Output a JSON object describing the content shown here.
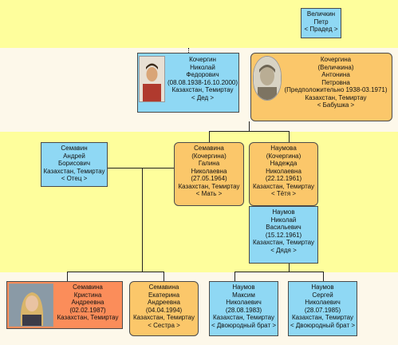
{
  "colors": {
    "band_yellow": "#fefe9c",
    "band_cream": "#fdf8ea",
    "male_card": "#8fd8f4",
    "female_card": "#fbc76a",
    "self_card": "#fb8d5a"
  },
  "cards": {
    "velichkin": {
      "lines": [
        "Величкин",
        "Петр",
        "< Прадед >"
      ]
    },
    "kochergin": {
      "lines": [
        "Кочергин",
        "Николай",
        "Федорович",
        "(08.08.1938-16.10.2000)",
        "Казахстан, Темиртау",
        "< Дед >"
      ]
    },
    "kochergina": {
      "lines": [
        "Кочергина",
        "(Величкина)",
        "Антонина",
        "Петровна",
        "(Предположительно 1938-03.1971)",
        "Казахстан, Темиртау",
        "< Бабушка >"
      ]
    },
    "semavin_andrey": {
      "lines": [
        "Семавин",
        "Андрей",
        "Борисович",
        "Казахстан, Темиртау",
        "< Отец >"
      ]
    },
    "semavina_galina": {
      "lines": [
        "Семавина",
        "(Кочергина)",
        "Галина",
        "Николаевна",
        "(27.05.1964)",
        "Казахстан, Темиртау",
        "< Мать >"
      ]
    },
    "naumova_nadezhda": {
      "lines": [
        "Наумова",
        "(Кочергина)",
        "Надежда",
        "Николаевна",
        "(22.12.1961)",
        "Казахстан, Темиртау",
        "< Тётя >"
      ]
    },
    "naumov_nikolay": {
      "lines": [
        "Наумов",
        "Николай",
        "Васильевич",
        "(15.12.1961)",
        "Казахстан, Темиртау",
        "< Дядя >"
      ]
    },
    "semavina_kristina": {
      "lines": [
        "Семавина",
        "Кристина",
        "Андреевна",
        "(02.02.1987)",
        "Казахстан, Темиртау"
      ]
    },
    "semavina_ekaterina": {
      "lines": [
        "Семавина",
        "Екатерина",
        "Андреевна",
        "(04.04.1994)",
        "Казахстан, Темиртау",
        "< Сестра >"
      ]
    },
    "naumov_maksim": {
      "lines": [
        "Наумов",
        "Максим",
        "Николаевич",
        "(28.08.1983)",
        "Казахстан, Темиртау",
        "< Двоюродный брат >"
      ]
    },
    "naumov_sergey": {
      "lines": [
        "Наумов",
        "Сергей",
        "Николаевич",
        "(28.07.1985)",
        "Казахстан, Темиртау",
        "< Двоюродный брат >"
      ]
    }
  }
}
